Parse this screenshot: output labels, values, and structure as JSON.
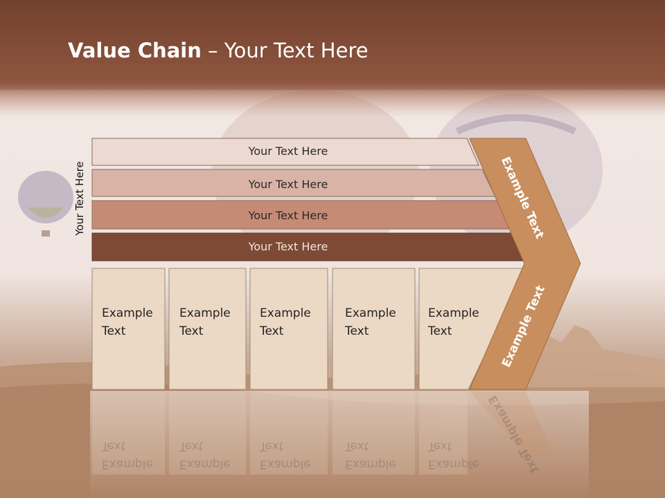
{
  "title": {
    "bold": "Value Chain",
    "rest": " – Your Text Here"
  },
  "side_label": "Your Text Here",
  "bars": [
    {
      "label": "Your Text Here"
    },
    {
      "label": "Your Text Here"
    },
    {
      "label": "Your Text Here"
    },
    {
      "label": "Your Text Here"
    }
  ],
  "boxes": [
    {
      "line1": "Example",
      "line2": "Text"
    },
    {
      "line1": "Example",
      "line2": "Text"
    },
    {
      "line1": "Example",
      "line2": "Text"
    },
    {
      "line1": "Example",
      "line2": "Text"
    },
    {
      "line1": "Example",
      "line2": "Text"
    }
  ],
  "chevron": {
    "upper": "Example Text",
    "lower": "Example Text"
  },
  "colors": {
    "header_top": "#6d3f2c",
    "header_bottom": "#a06a55",
    "bar1": "#ecd9d2",
    "bar2": "#d9b3a5",
    "bar3": "#c68b75",
    "bar4": "#7d4a36",
    "box_fill": "#ecd9c5",
    "chevron": "#c98e5e"
  }
}
